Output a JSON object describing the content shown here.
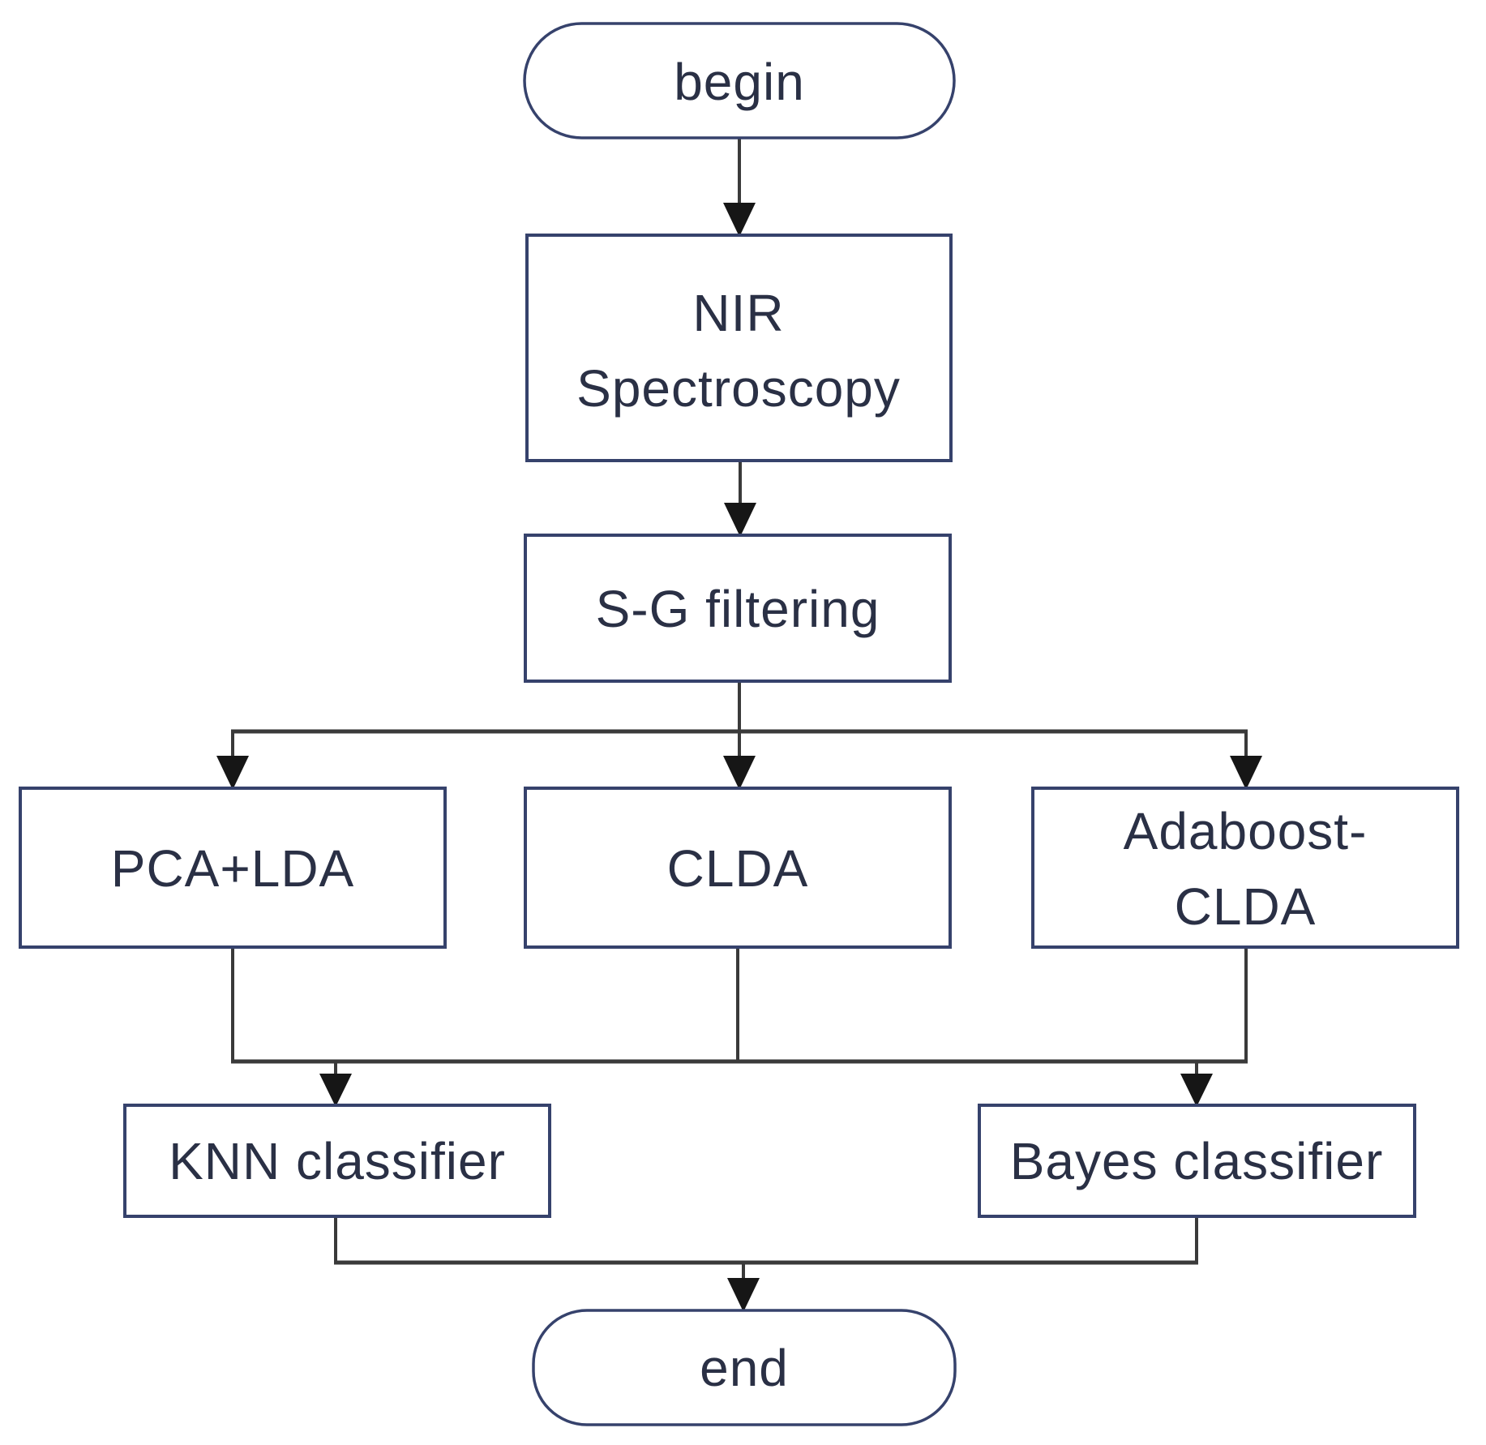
{
  "diagram": {
    "type": "flowchart",
    "nodes": {
      "begin": {
        "label": "begin",
        "shape": "terminator"
      },
      "nir_spectroscopy": {
        "label": "NIR Spectroscopy",
        "lines": [
          "NIR",
          "Spectroscopy"
        ],
        "shape": "process"
      },
      "sg_filtering": {
        "label": "S-G filtering",
        "shape": "process"
      },
      "pca_lda": {
        "label": "PCA+LDA",
        "shape": "process"
      },
      "clda": {
        "label": "CLDA",
        "shape": "process"
      },
      "adaboost_clda": {
        "label": "Adaboost-CLDA",
        "lines": [
          "Adaboost-",
          "CLDA"
        ],
        "shape": "process"
      },
      "knn_classifier": {
        "label": "KNN classifier",
        "shape": "process"
      },
      "bayes_classifier": {
        "label": "Bayes classifier",
        "shape": "process"
      },
      "end": {
        "label": "end",
        "shape": "terminator"
      }
    },
    "connections": [
      {
        "from": [
          "begin"
        ],
        "to": [
          "NIR Spectroscopy"
        ]
      },
      {
        "from": [
          "NIR Spectroscopy"
        ],
        "to": [
          "S-G filtering"
        ]
      },
      {
        "from": [
          "S-G filtering"
        ],
        "to": [
          "PCA+LDA",
          "CLDA",
          "Adaboost-CLDA"
        ]
      },
      {
        "from": [
          "PCA+LDA",
          "CLDA",
          "Adaboost-CLDA"
        ],
        "to": [
          "KNN classifier",
          "Bayes classifier"
        ]
      },
      {
        "from": [
          "KNN classifier",
          "Bayes classifier"
        ],
        "to": [
          "end"
        ]
      }
    ],
    "colors": {
      "node_border": "#36426c",
      "node_fill": "#ffffff",
      "connector": "#3a3a3a",
      "arrowhead": "#161616",
      "text": "#2a3045",
      "background": "#ffffff"
    }
  }
}
